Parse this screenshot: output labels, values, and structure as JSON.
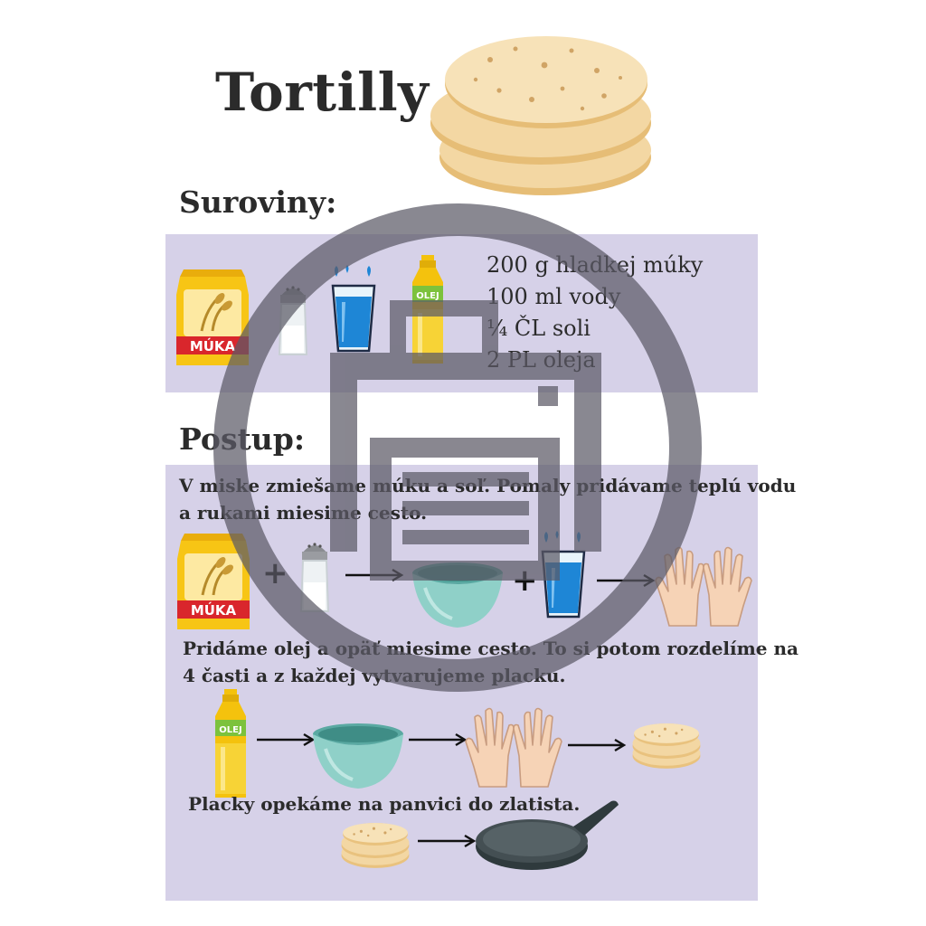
{
  "title": "Tortilly",
  "ingredients_heading": "Suroviny:",
  "ingredients": [
    "200 g hladkej múky",
    "100 ml vody",
    "¼ ČL soli",
    "2 PL oleja"
  ],
  "procedure_heading": "Postup:",
  "steps": [
    {
      "lines": [
        "V miske zmiešame múku a soľ. Pomaly pridávame teplú vodu",
        "a rukami miesime cesto."
      ]
    },
    {
      "lines": [
        "Pridáme olej a opäť miesime cesto. To si potom rozdelíme na",
        "4 časti a z každej vytvarujeme placku."
      ]
    },
    {
      "lines": [
        "Placky opekáme na panvici do zlatista."
      ]
    }
  ],
  "labels": {
    "flour_bag": "MÚKA",
    "oil_bottle": "OLEJ",
    "plus": "+"
  },
  "icons": {
    "flour": "flour-bag-icon",
    "salt": "salt-shaker-icon",
    "water": "water-glass-icon",
    "oil": "oil-bottle-icon",
    "bowl": "bowl-icon",
    "hands": "hands-icon",
    "tortilla": "tortilla-stack-icon",
    "pan": "frying-pan-icon",
    "arrow": "arrow-right-icon",
    "watermark": "print-watermark-icon"
  },
  "colors": {
    "band": "#d6d1e8",
    "flour_bag": "#f7c515",
    "flour_label": "#d9262c",
    "water": "#1e86d6",
    "oil": "#f4c20d",
    "oil_cap": "#7cc23c",
    "bowl": "#8fd0c8",
    "tortilla": "#f3d7a3",
    "watermark": "#5c5a66"
  }
}
